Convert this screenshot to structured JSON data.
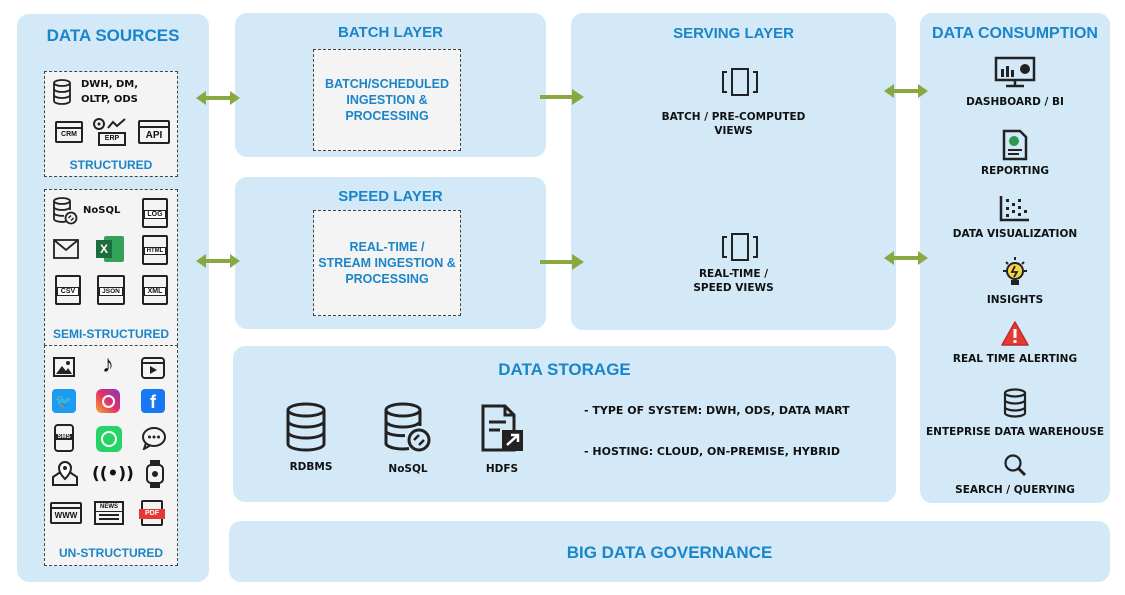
{
  "sources": {
    "title": "DATA SOURCES",
    "structured": {
      "label": "STRUCTURED",
      "db_text_1": "DWH, DM,",
      "db_text_2": "OLTP, ODS",
      "crm": "CRM",
      "erp": "ERP",
      "api": "API"
    },
    "semi": {
      "label": "SEMI-STRUCTURED",
      "nosql": "NoSQL",
      "log": "LOG",
      "html": "HTML",
      "csv": "CSV",
      "json": "JSON",
      "xml": "XML"
    },
    "unstructured": {
      "label": "UN-STRUCTURED",
      "sms": "SMS",
      "www": "WWW",
      "news": "NEWS",
      "pdf": "PDF"
    }
  },
  "batch": {
    "title": "BATCH LAYER",
    "l1": "BATCH/SCHEDULED",
    "l2": "INGESTION &",
    "l3": "PROCESSING"
  },
  "speed": {
    "title": "SPEED LAYER",
    "l1": "REAL-TIME /",
    "l2": "STREAM INGESTION &",
    "l3": "PROCESSING"
  },
  "serving": {
    "title": "SERVING LAYER",
    "batch1": "BATCH / PRE-COMPUTED",
    "batch2": "VIEWS",
    "rt1": "REAL-TIME /",
    "rt2": "SPEED VIEWS"
  },
  "storage": {
    "title": "DATA STORAGE",
    "rdbms": "RDBMS",
    "nosql": "NoSQL",
    "hdfs": "HDFS",
    "note1": "- TYPE OF SYSTEM: DWH, ODS, DATA MART",
    "note2": "- HOSTING: CLOUD, ON-PREMISE, HYBRID"
  },
  "consumption": {
    "title": "DATA CONSUMPTION",
    "items": [
      "DASHBOARD / BI",
      "REPORTING",
      "DATA VISUALIZATION",
      "INSIGHTS",
      "REAL TIME ALERTING",
      "ENTEPRISE DATA WAREHOUSE",
      "SEARCH / QUERYING"
    ]
  },
  "governance": {
    "title": "BIG DATA GOVERNANCE"
  },
  "colors": {
    "panel": "#d3e9f8",
    "title": "#1a85c8",
    "arrow": "#8aa840"
  }
}
